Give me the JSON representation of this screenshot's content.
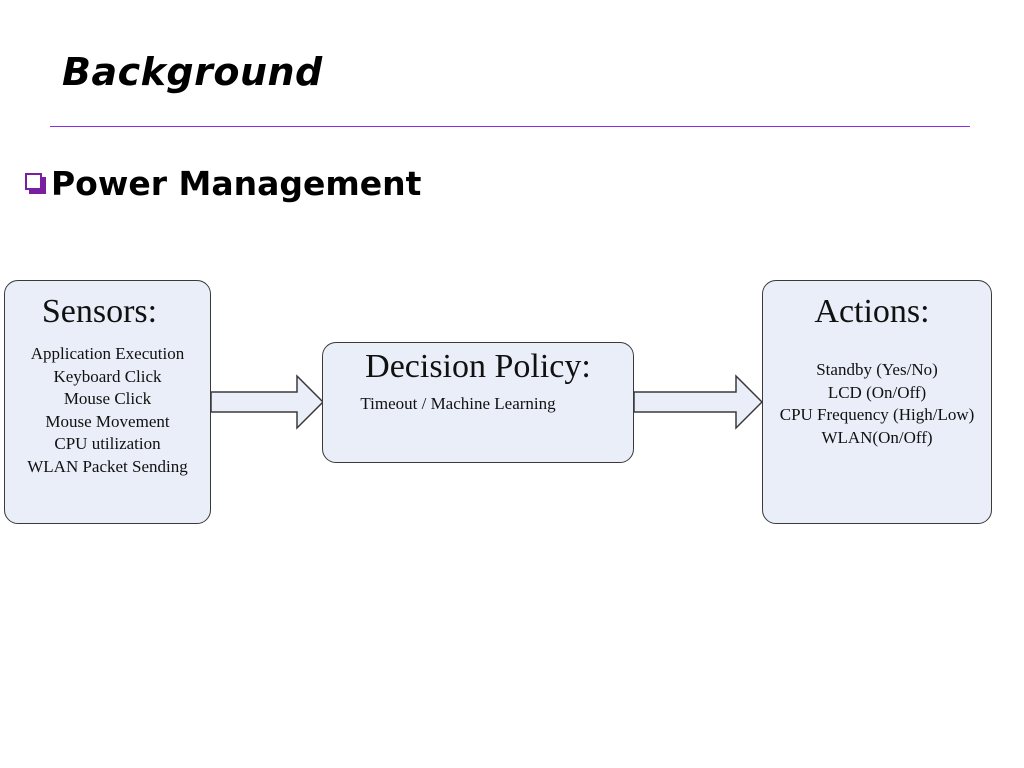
{
  "slide": {
    "title": "Background",
    "bullet": "Power Management"
  },
  "diagram": {
    "sensors": {
      "title": "Sensors:",
      "items": [
        "Application Execution",
        "Keyboard Click",
        "Mouse Click",
        "Mouse Movement",
        "CPU utilization",
        "WLAN Packet Sending"
      ]
    },
    "decision_policy": {
      "title": "Decision Policy:",
      "subtitle": "Timeout / Machine Learning"
    },
    "actions": {
      "title": "Actions:",
      "items": [
        "Standby (Yes/No)",
        "LCD (On/Off)",
        "CPU Frequency (High/Low)",
        "WLAN(On/Off)"
      ]
    }
  },
  "colors": {
    "accent": "#8a2be2",
    "bullet": "#7b1fa2",
    "node_fill": "#e9eef8",
    "node_border": "#3a3a3a"
  }
}
